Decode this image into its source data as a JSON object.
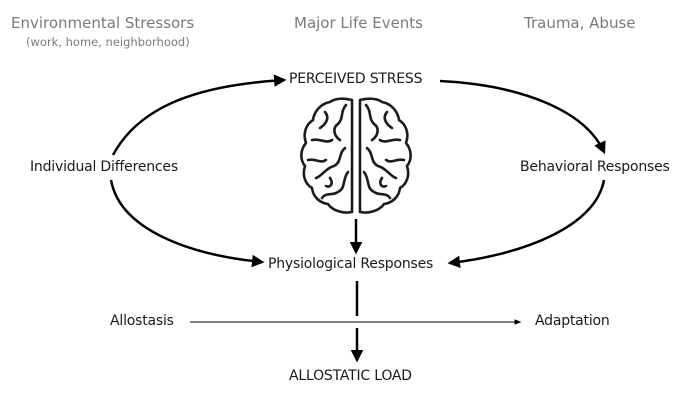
{
  "stressors": {
    "environmental": "Environmental Stressors",
    "environmental_sub": "(work, home, neighborhood)",
    "life_events": "Major Life Events",
    "trauma": "Trauma, Abuse"
  },
  "nodes": {
    "perceived_stress": "PERCEIVED STRESS",
    "individual_differences": "Individual Differences",
    "behavioral_responses": "Behavioral Responses",
    "physiological_responses": "Physiological Responses",
    "allostasis": "Allostasis",
    "adaptation": "Adaptation",
    "allostatic_load": "ALLOSTATIC LOAD"
  },
  "icons": {
    "brain": "brain-icon"
  },
  "colors": {
    "stressor_text": "#7a7a7a",
    "node_text": "#1a1a1a",
    "arrow": "#000000"
  }
}
